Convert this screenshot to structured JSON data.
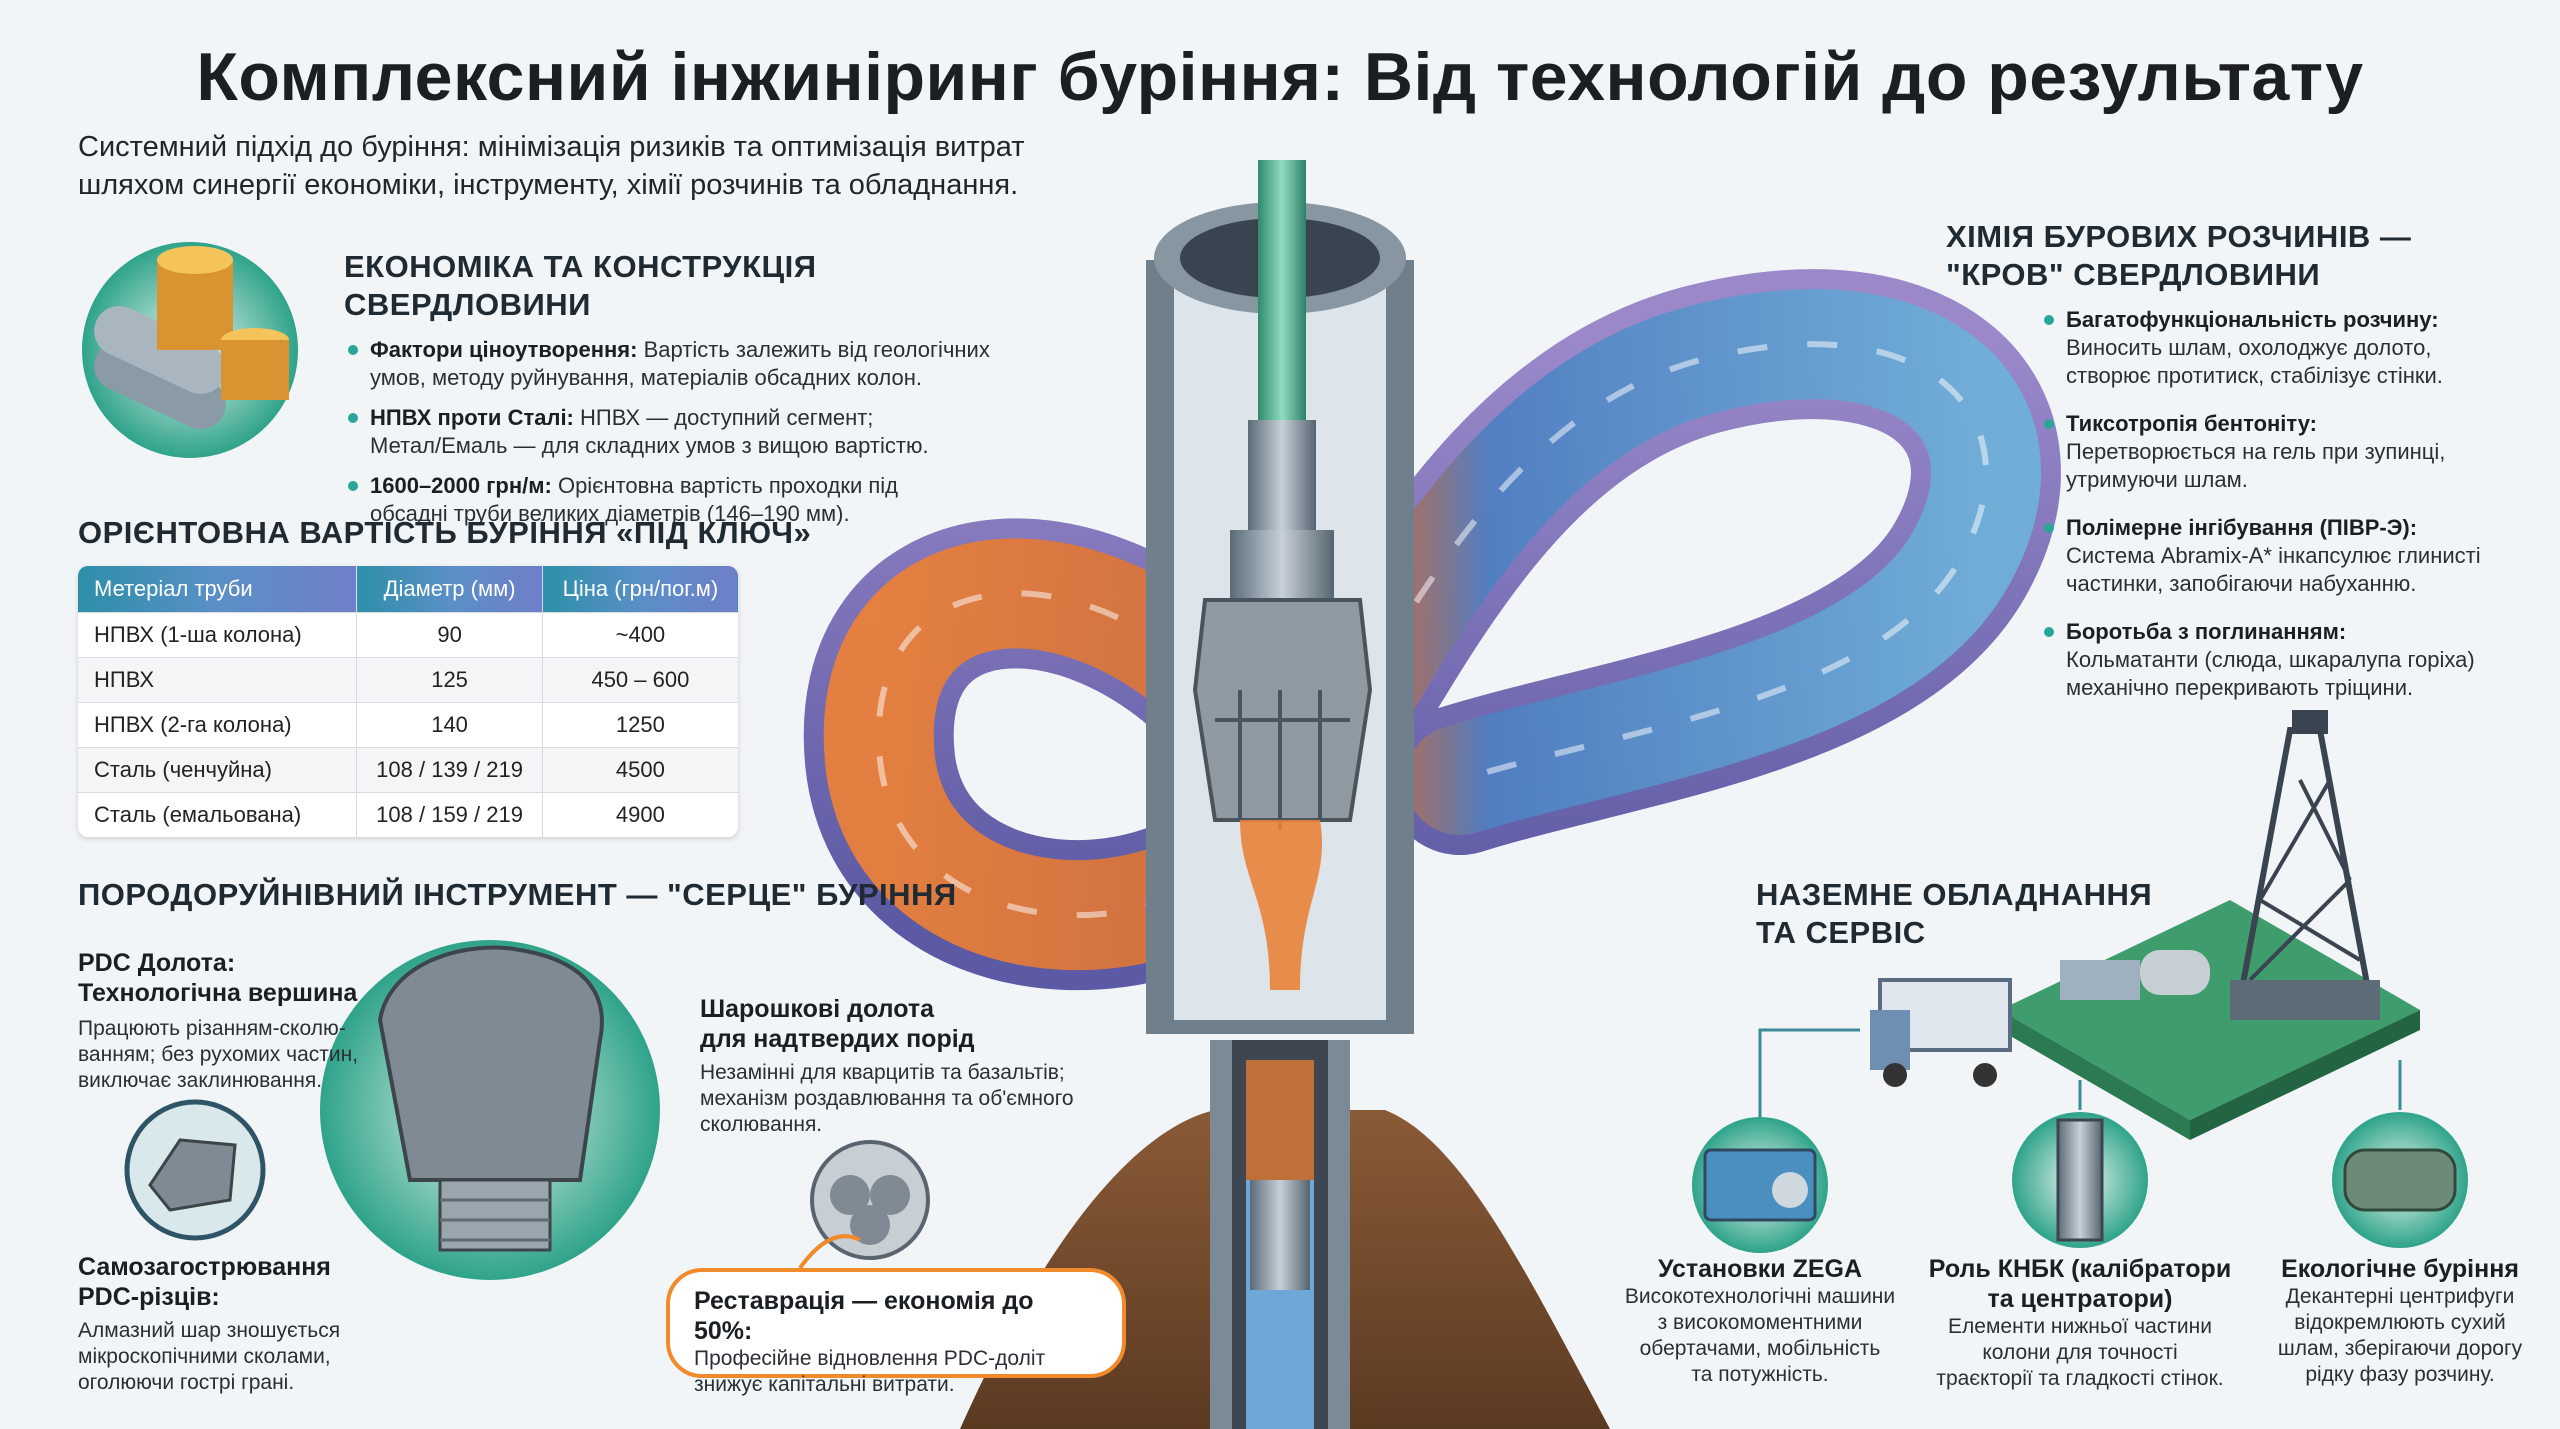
{
  "header": {
    "title": "Комплексний інжиніринг буріння: Від технологій до результату",
    "subtitle_line1": "Системний підхід до буріння: мінімізація ризиків та оптимізація витрат",
    "subtitle_line2": "шляхом синергії економіки, інструменту, хімії розчинів та обладнання."
  },
  "economics": {
    "heading": "ЕКОНОМІКА ТА КОНСТРУКЦІЯ СВЕРДЛОВИНИ",
    "items": [
      {
        "bold": "Фактори ціноутворення:",
        "l1": " Вартість залежить від геологічних",
        "l2": "умов, методу руйнування, матеріалів обсадних колон."
      },
      {
        "bold": "НПВХ проти Сталі:",
        "l1": " НПВХ — доступний сегмент;",
        "l2": "Метал/Емаль — для складних умов з вищою вартістю."
      },
      {
        "bold": "1600–2000 грн/м:",
        "l1": " Орієнтовна вартість проходки під",
        "l2": "обсадні труби великих діаметрів (146–190 мм)."
      }
    ]
  },
  "price_table": {
    "heading": "ОРІЄНТОВНА ВАРТІСТЬ БУРІННЯ «ПІД КЛЮЧ»",
    "columns": [
      "Метеріал труби",
      "Діаметр (мм)",
      "Ціна (грн/пог.м)"
    ],
    "rows": [
      [
        "НПВХ (1-ша колона)",
        "90",
        "~400"
      ],
      [
        "НПВХ",
        "125",
        "450 – 600"
      ],
      [
        "НПВХ (2-га колона)",
        "140",
        "1250"
      ],
      [
        "Сталь (ченчуйна)",
        "108 / 139 / 219",
        "4500"
      ],
      [
        "Сталь (емальована)",
        "108 / 159 / 219",
        "4900"
      ]
    ]
  },
  "tools": {
    "heading": "ПОРОДОРУЙНІВНИЙ ІНСТРУМЕНТ — \"СЕРЦЕ\" БУРІННЯ",
    "pdc_title1": "PDC Долота:",
    "pdc_title2": "Технологічна вершина",
    "pdc_text1": "Працюють різанням-сколю-",
    "pdc_text2": "ванням; без рухомих частин,",
    "pdc_text3": "виключає заклинювання.",
    "self_title1": "Самозагострювання",
    "self_title2": "PDC-різців:",
    "self_text1": "Алмазний шар зношується",
    "self_text2": "мікроскопічними сколами,",
    "self_text3": "оголюючи гострі грані.",
    "roller_title1": "Шарошкові долота",
    "roller_title2": "для надтвердих порід",
    "roller_text1": "Незамінні для кварцитів та базальтів;",
    "roller_text2": "механізм роздавлювання та об'ємного",
    "roller_text3": "сколювання.",
    "restore_title": "Реставрація — економія до 50%:",
    "restore_text1": "Професійне відновлення PDC-доліт",
    "restore_text2": "знижує капітальні витрати."
  },
  "chemistry": {
    "heading1": "ХІМІЯ БУРОВИХ РОЗЧИНІВ —",
    "heading2": "\"КРОВ\" СВЕРДЛОВИНИ",
    "items": [
      {
        "bold": "Багатофункціональність розчину:",
        "l1": "Виносить шлам, охолоджує долото,",
        "l2": "створює протитиск, стабілізує стінки."
      },
      {
        "bold": "Тиксотропія бентоніту:",
        "l1": "Перетворюється на гель при зупинці,",
        "l2": "утримуючи шлам."
      },
      {
        "bold": "Полімерне інгібування (ПІВР-Э):",
        "l1": "Система Abramix-A* інкапсулює глинисті",
        "l2": "частинки, запобігаючи набуханню."
      },
      {
        "bold": "Боротьба з поглинанням:",
        "l1": "Кольматанти (слюда, шкаралупа горіха)",
        "l2": "механічно перекривають тріщини."
      }
    ]
  },
  "surface": {
    "heading1": "НАЗЕМНЕ ОБЛАДНАННЯ",
    "heading2": "ТА СЕРВІС",
    "zega_title": "Установки ZEGA",
    "zega_text1": "Високотехнологічні машини",
    "zega_text2": "з високомоментними",
    "zega_text3": "обертачами, мобільність",
    "zega_text4": "та потужність.",
    "knbk_title1": "Роль КНБК (калібратори",
    "knbk_title2": "та центратори)",
    "knbk_text1": "Елементи нижньої частини",
    "knbk_text2": "колони для точності",
    "knbk_text3": "траєкторії та гладкості стінок.",
    "eco_title": "Екологічне буріння",
    "eco_text1": "Декантерні центрифуги",
    "eco_text2": "відокремлюють сухий",
    "eco_text3": "шлам, зберігаючи дорогу",
    "eco_text4": "рідку фазу розчину."
  },
  "icons": [
    "coins-pipes-icon",
    "diamond-cutter-icon",
    "pdc-bit-icon",
    "roller-cone-bit-icon",
    "zega-rig-icon",
    "stabilizer-icon",
    "centrifuge-icon",
    "drilling-rig-icon",
    "truck-icon"
  ],
  "colors": {
    "accent": "#2aa59a",
    "orange": "#f08a2b",
    "fluid_blue": "#6fa7d8",
    "fluid_orange": "#e97a2a"
  }
}
